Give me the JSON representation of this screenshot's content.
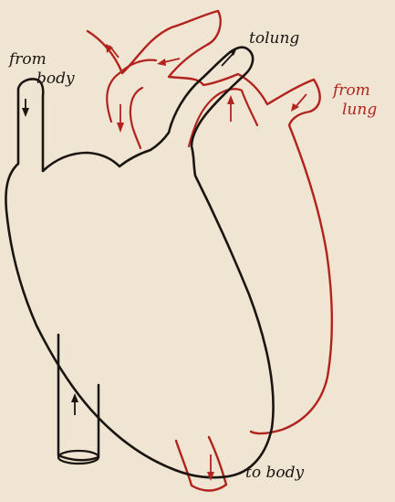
{
  "labels": {
    "from_body_top": "from",
    "from_body_bottom": "body",
    "to_lung": "tolung",
    "from_lung_top": "from",
    "from_lung_bottom": "lung",
    "to_body": "to body"
  },
  "colors": {
    "background": "#efe5d2",
    "right_heart": "#1b1512",
    "left_heart": "#b2231e"
  }
}
